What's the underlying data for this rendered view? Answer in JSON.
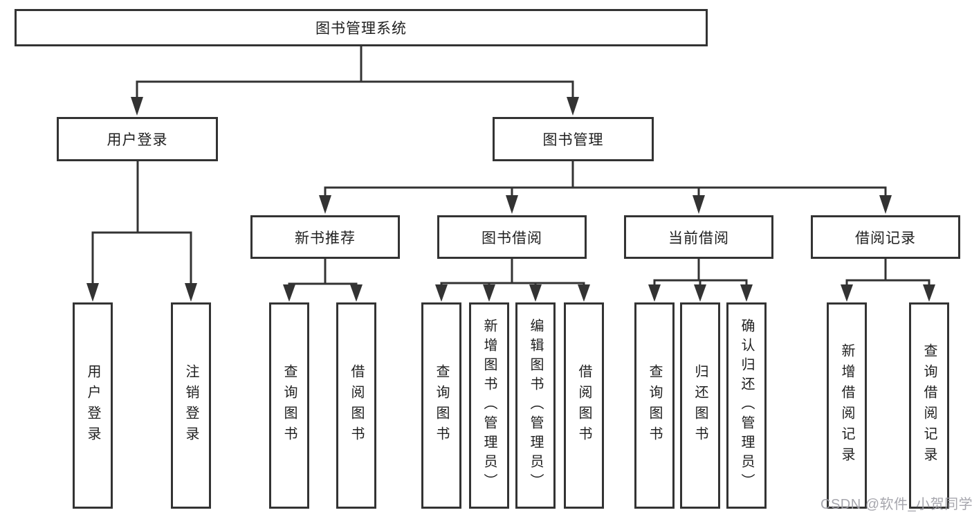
{
  "tree": {
    "root": "图书管理系统",
    "branches": [
      {
        "label": "用户登录",
        "children": [
          "用户登录",
          "注销登录"
        ]
      },
      {
        "label": "图书管理",
        "sections": [
          {
            "label": "新书推荐",
            "children": [
              "查询图书",
              "借阅图书"
            ]
          },
          {
            "label": "图书借阅",
            "children": [
              "查询图书",
              "新增图书（管理员）",
              "编辑图书（管理员）",
              "借阅图书"
            ]
          },
          {
            "label": "当前借阅",
            "children": [
              "查询图书",
              "归还图书",
              "确认归还（管理员）"
            ]
          },
          {
            "label": "借阅记录",
            "children": [
              "新增借阅记录",
              "查询借阅记录"
            ]
          }
        ]
      }
    ]
  },
  "watermark": "CSDN @软件_小贺同学",
  "colors": {
    "line": "#333333",
    "box_border": "#333333",
    "text": "#1f1f1f",
    "watermark": "#9e9ea6",
    "background": "#ffffff"
  }
}
